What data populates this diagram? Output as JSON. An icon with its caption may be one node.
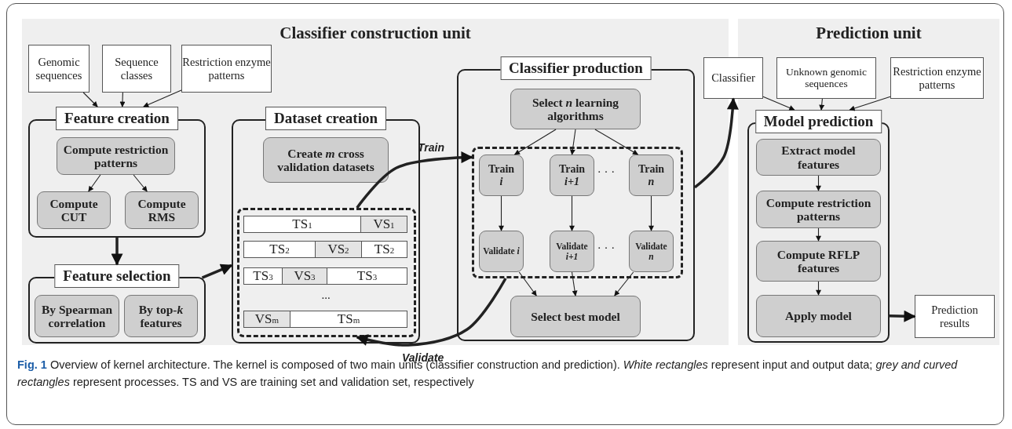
{
  "diagram": {
    "caption": "**Fig. 1** Overview of kernel architecture. The kernel is composed of two main units (classifier construction and prediction). *White rectangles* represent input and output data; *grey and curved rectangles* represent processes. TS and VS are training set and validation set, respectively",
    "nodes": [
      {
        "text": [
          "Classifier construction unit"
        ]
      },
      {
        "text": [
          "Genomic sequences"
        ],
        "in": 0
      },
      {
        "text": [
          "Sequence classes"
        ],
        "in": 0
      },
      {
        "text": [
          "Restriction enzyme patterns"
        ],
        "in": 0
      },
      {
        "text": [
          "Feature creation"
        ],
        "in": 0
      },
      {
        "text": [
          "Compute restriction patterns"
        ],
        "in": 4
      },
      {
        "text": [
          "Compute CUT"
        ],
        "in": 4
      },
      {
        "text": [
          "Compute RMS"
        ],
        "in": 4
      },
      {
        "text": [
          "Feature selection"
        ],
        "in": 0
      },
      {
        "text": [
          "By Spearman correlation"
        ],
        "in": 8
      },
      {
        "text": [
          "By top-*k* features"
        ],
        "in": 8
      },
      {
        "text": [
          "Dataset creation"
        ],
        "in": 0
      },
      {
        "text": [
          "Create *m* cross validation datasets"
        ],
        "in": 11
      },
      {
        "text": [],
        "shape": "box",
        "in": 11
      },
      {
        "text": [
          "TS$_{1}$"
        ],
        "in": 13
      },
      {
        "text": [
          "VS$_{1}$"
        ],
        "in": 13
      },
      {
        "text": [
          "TS$_{2}$"
        ],
        "in": 13
      },
      {
        "text": [
          "VS$_{2}$"
        ],
        "in": 13
      },
      {
        "text": [
          "TS$_{2}$"
        ],
        "in": 13
      },
      {
        "text": [
          "TS$_{3}$"
        ],
        "in": 13
      },
      {
        "text": [
          "VS$_{3}$"
        ],
        "in": 13
      },
      {
        "text": [
          "TS$_{3}$"
        ],
        "in": 13
      },
      {
        "text": [
          "VS$_{m}$"
        ],
        "in": 13
      },
      {
        "text": [
          "TS$_{m}$"
        ],
        "in": 13
      },
      {
        "text": [
          "Classifier production"
        ],
        "in": 0
      },
      {
        "text": [
          "Select *n* learning algorithms"
        ],
        "in": 24
      },
      {
        "text": [],
        "shape": "box",
        "in": 24
      },
      {
        "text": [
          "Train *i*"
        ],
        "in": 26
      },
      {
        "text": [
          "Train *i+1*"
        ],
        "in": 26
      },
      {
        "text": [
          "Train *n*"
        ],
        "in": 26
      },
      {
        "text": [
          "Validate *i*"
        ],
        "in": 26
      },
      {
        "text": [
          "Validate *i+1*"
        ],
        "in": 26
      },
      {
        "text": [
          "Validate *n*"
        ],
        "in": 26
      },
      {
        "text": [
          "Select best model"
        ],
        "in": 24
      },
      {
        "text": [
          "Prediction unit"
        ]
      },
      {
        "text": [
          "Classifier"
        ]
      },
      {
        "text": [
          "Unknown genomic sequences"
        ],
        "in": 34
      },
      {
        "text": [
          "Restriction enzyme patterns"
        ],
        "in": 34
      },
      {
        "text": [
          "Model prediction"
        ],
        "in": 34
      },
      {
        "text": [
          "Extract model features"
        ],
        "in": 38
      },
      {
        "text": [
          "Compute restriction patterns"
        ],
        "in": 38
      },
      {
        "text": [
          "Compute RFLP features"
        ],
        "in": 38
      },
      {
        "text": [
          "Apply model"
        ],
        "in": 38
      },
      {
        "text": [
          "Prediction results"
        ],
        "in": 34
      }
    ],
    "edges": [
      {
        "from": 1,
        "to": 4,
        "arrow": "to"
      },
      {
        "from": 2,
        "to": 4,
        "arrow": "to"
      },
      {
        "from": 3,
        "to": 4,
        "arrow": "to"
      },
      {
        "from": 5,
        "to": 6,
        "arrow": "to"
      },
      {
        "from": 5,
        "to": 7,
        "arrow": "to"
      },
      {
        "from": 4,
        "to": 8,
        "arrow": "to",
        "style": "thick"
      },
      {
        "from": 8,
        "to": 11,
        "arrow": "to",
        "style": "thick"
      },
      {
        "from": 13,
        "to": 26,
        "arrow": "to",
        "style": "thick",
        "label": "Train"
      },
      {
        "from": 26,
        "to": 13,
        "arrow": "to",
        "style": "thick",
        "label": "Validate"
      },
      {
        "from": 25,
        "to": 27,
        "arrow": "to"
      },
      {
        "from": 25,
        "to": 28,
        "arrow": "to"
      },
      {
        "from": 25,
        "to": 29,
        "arrow": "to"
      },
      {
        "from": 27,
        "to": 30,
        "arrow": "to"
      },
      {
        "from": 28,
        "to": 31,
        "arrow": "to"
      },
      {
        "from": 29,
        "to": 32,
        "arrow": "to"
      },
      {
        "from": 30,
        "to": 33,
        "arrow": "to"
      },
      {
        "from": 31,
        "to": 33,
        "arrow": "to"
      },
      {
        "from": 32,
        "to": 33,
        "arrow": "to"
      },
      {
        "from": 24,
        "to": 35,
        "arrow": "to",
        "style": "thick"
      },
      {
        "from": 35,
        "to": 38,
        "arrow": "to"
      },
      {
        "from": 36,
        "to": 38,
        "arrow": "to"
      },
      {
        "from": 37,
        "to": 38,
        "arrow": "to"
      },
      {
        "from": 39,
        "to": 40,
        "arrow": "to"
      },
      {
        "from": 40,
        "to": 41,
        "arrow": "to"
      },
      {
        "from": 41,
        "to": 42,
        "arrow": "to"
      },
      {
        "from": 38,
        "to": 43,
        "arrow": "to",
        "style": "thick"
      }
    ],
    "labels": [
      "...",
      "· · ·",
      "· · ·"
    ]
  }
}
